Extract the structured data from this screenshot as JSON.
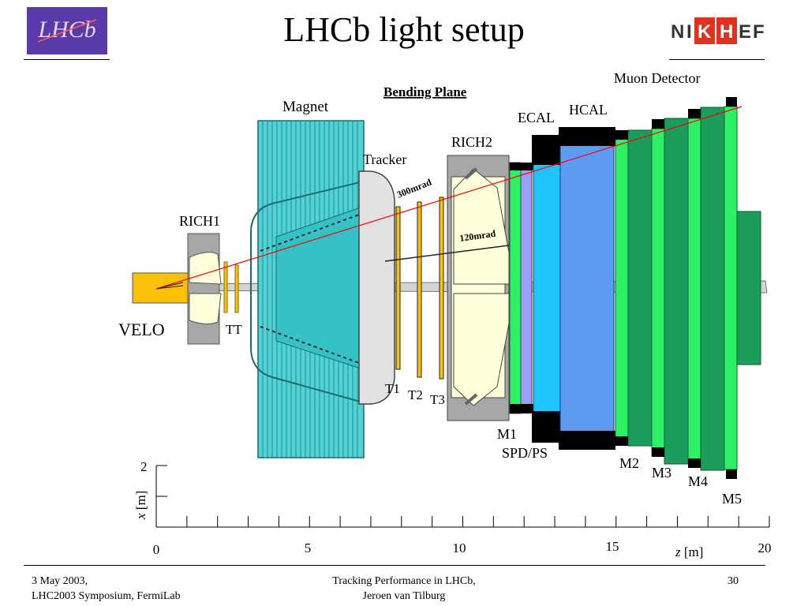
{
  "title": "LHCb light setup",
  "logos": {
    "left": {
      "text": "LHCb",
      "background": "#5a3aa8",
      "text_color": "#e8d7ff"
    },
    "right": {
      "text": "NIKHEF",
      "white_letters": [
        "N",
        "I",
        "E",
        "F"
      ],
      "box_letters": [
        "K",
        "H"
      ],
      "box_color": "#e0321e"
    }
  },
  "diagram": {
    "heading": "Bending Plane",
    "labels": {
      "magnet": "Magnet",
      "muon_detector": "Muon Detector",
      "hcal": "HCAL",
      "ecal": "ECAL",
      "rich2": "RICH2",
      "tracker": "Tracker",
      "rich1": "RICH1",
      "velo": "VELO",
      "tt": "TT",
      "t1": "T1",
      "t2": "T2",
      "t3": "T3",
      "m1": "M1",
      "spd_ps": "SPD/PS",
      "m2": "M2",
      "m3": "M3",
      "m4": "M4",
      "m5": "M5"
    },
    "angles": {
      "outer": "300mrad",
      "inner": "120mrad"
    },
    "colors": {
      "magnet": "#4fd3d6",
      "rich": "#ffffd9",
      "rich_frame": "#a7a7a7",
      "tracker": "#fbc10a",
      "velo": "#fbc10a",
      "ecal": "#1fc3ff",
      "hcal": "#5b9bf2",
      "spd": "#9a9ff5",
      "muon_dark": "#1a9d5a",
      "muon_light": "#2ef066",
      "track_line": "#ff0000",
      "beam_pipe": "#d4d4d4"
    },
    "axes": {
      "x_axis_title_var": "z",
      "x_axis_title_unit": "[m]",
      "y_axis_title_var": "x",
      "y_axis_title_unit": "[m]",
      "x_tick_labels": [
        "0",
        "5",
        "10",
        "15",
        "20"
      ],
      "y_tick_labels": [
        "2"
      ]
    }
  },
  "footer": {
    "left_line1": "3 May 2003,",
    "left_line2": "LHC2003 Symposium, FermiLab",
    "center_line1": "Tracking Performance in LHCb,",
    "center_line2": "Jeroen van Tilburg",
    "page": "30"
  }
}
